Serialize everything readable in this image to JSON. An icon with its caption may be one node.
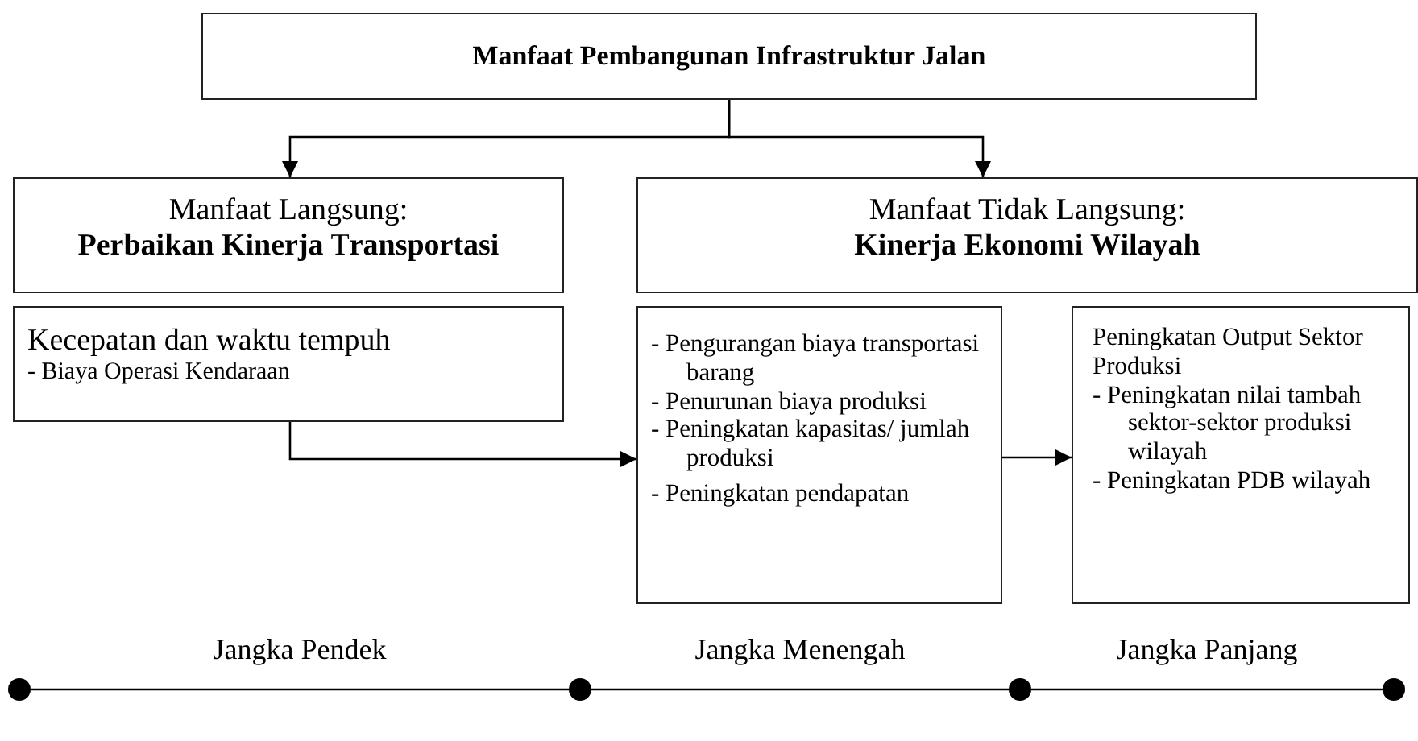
{
  "diagram": {
    "nodes": [
      {
        "text": [
          "Manfaat Pembangunan Infrastruktur Jalan"
        ]
      },
      {
        "text": [
          "Manfaat Langsung:",
          "**Perbaikan Kinerja** T**ransportasi**"
        ]
      },
      {
        "text": [
          "Manfaat Tidak Langsung:",
          "Kinerja Ekonomi Wilayah"
        ]
      },
      {
        "text": [
          "Kecepatan dan waktu tempuh",
          "- Biaya Operasi Kendaraan"
        ]
      },
      {
        "text": [
          "- Pengurangan biaya transportasi barang",
          "- Penurunan biaya produksi",
          "- Peningkatan kapasitas/ jumlah produksi",
          "- Peningkatan pendapatan"
        ]
      },
      {
        "text": [
          "Peningkatan Output Sektor Produksi",
          "- Peningkatan nilai tambah sektor-sektor produksi wilayah",
          "- Peningkatan PDB wilayah"
        ]
      },
      {
        "text": [],
        "shape": "circle"
      },
      {
        "text": [],
        "shape": "circle"
      },
      {
        "text": [],
        "shape": "circle"
      },
      {
        "text": [],
        "shape": "circle"
      }
    ],
    "edges": [
      {
        "from": 0,
        "to": 1,
        "arrow": "to"
      },
      {
        "from": 0,
        "to": 2,
        "arrow": "to"
      },
      {
        "from": 3,
        "to": 4,
        "arrow": "to"
      },
      {
        "from": 4,
        "to": 5,
        "arrow": "to"
      },
      {
        "from": 6,
        "to": 7,
        "arrow": "none",
        "label": "Jangka Pendek"
      },
      {
        "from": 7,
        "to": 8,
        "arrow": "none",
        "label": "Jangka Menengah"
      },
      {
        "from": 8,
        "to": 9,
        "arrow": "none",
        "label": "Jangka Panjang"
      }
    ]
  }
}
